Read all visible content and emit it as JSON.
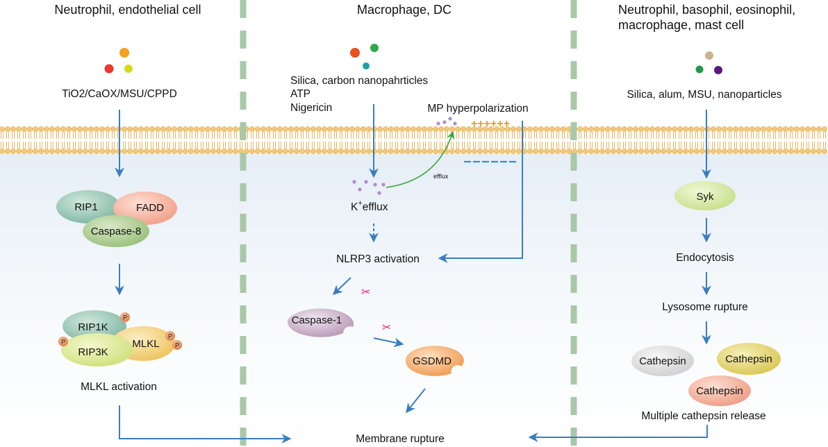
{
  "columns": [
    {
      "header_lines": [
        "Neutrophil, endothelial cell"
      ],
      "stimulus": "TiO2/CaOX/MSU/CPPD",
      "complex1": [
        "RIP1",
        "FADD",
        "Caspase-8"
      ],
      "complex2": [
        "RIP1K",
        "RIP3K",
        "MLKL"
      ],
      "phospho_label": "P",
      "activation": "MLKL activation"
    },
    {
      "header_lines": [
        "Macrophage, DC"
      ],
      "stimuli": [
        "Silica, carbon nanopahrticles",
        "ATP",
        "Nigericin"
      ],
      "mp_label": "MP hyperpolarization",
      "plus_signs": "++++++",
      "efflux_small": "efflux",
      "k_efflux_base": "K",
      "k_efflux_sup": "+",
      "k_efflux_rest": "efflux",
      "nlrp3": "NLRP3 activation",
      "caspase1": "Caspase-1",
      "gsdmd": "GSDMD"
    },
    {
      "header_lines": [
        "Neutrophil, basophil, eosinophil,",
        "macrophage, mast cell"
      ],
      "stimulus": "Silica, alum, MSU, nanoparticles",
      "syk": "Syk",
      "endocytosis": "Endocytosis",
      "lysosome": "Lysosome rupture",
      "cathepsins": [
        "Cathepsin",
        "Cathepsin",
        "Cathepsin"
      ],
      "release": "Multiple cathepsin release"
    }
  ],
  "outcome": "Membrane rupture",
  "colors": {
    "arrow": "#3a7ec0",
    "membrane_head": "#f2c878",
    "membrane_tail": "#e8b25c",
    "divider": "#a9c8a8",
    "plus": "#e69c1a",
    "minus": "#2e8fd6",
    "scissors": "#e0207a",
    "green_arrow": "#3aa63a"
  }
}
